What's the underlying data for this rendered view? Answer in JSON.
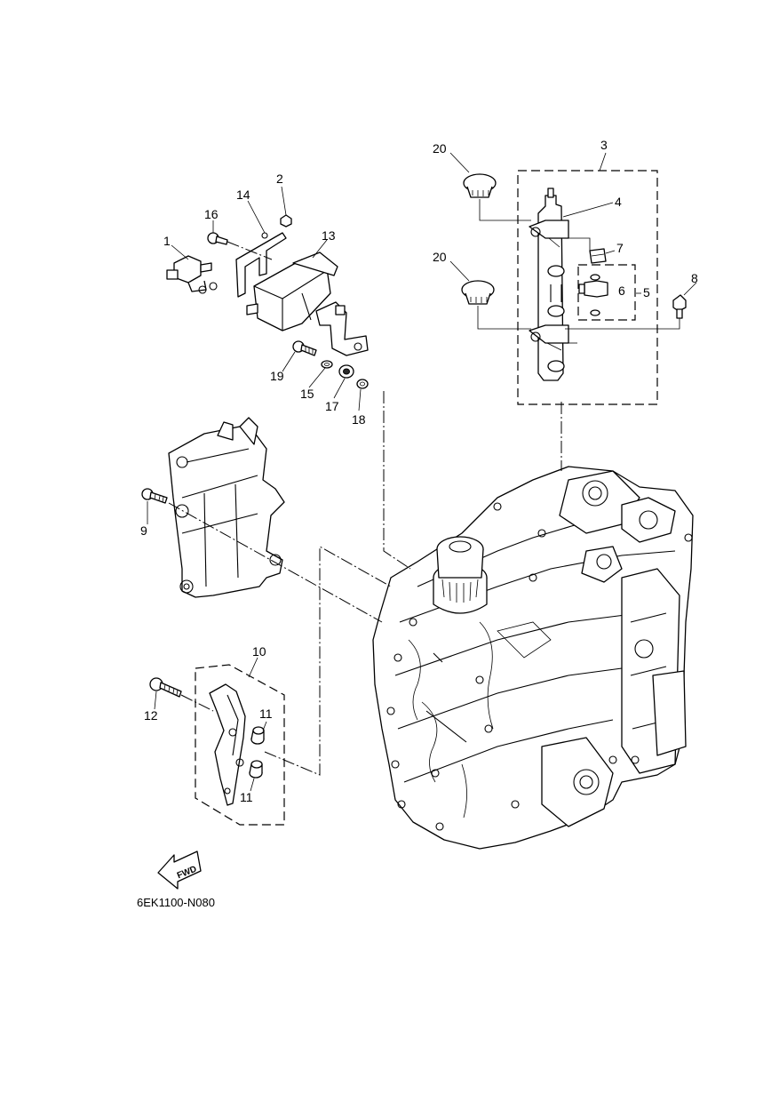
{
  "diagram": {
    "code": "6EK1100-N080",
    "fwd_text": "FWD",
    "callouts": [
      {
        "id": "c1",
        "text": "1"
      },
      {
        "id": "c2",
        "text": "2"
      },
      {
        "id": "c3",
        "text": "3"
      },
      {
        "id": "c4",
        "text": "4"
      },
      {
        "id": "c5",
        "text": "5"
      },
      {
        "id": "c6",
        "text": "6"
      },
      {
        "id": "c7",
        "text": "7"
      },
      {
        "id": "c8",
        "text": "8"
      },
      {
        "id": "c9",
        "text": "9"
      },
      {
        "id": "c10",
        "text": "10"
      },
      {
        "id": "c11a",
        "text": "11"
      },
      {
        "id": "c11b",
        "text": "11"
      },
      {
        "id": "c12",
        "text": "12"
      },
      {
        "id": "c13",
        "text": "13"
      },
      {
        "id": "c14",
        "text": "14"
      },
      {
        "id": "c15",
        "text": "15"
      },
      {
        "id": "c16",
        "text": "16"
      },
      {
        "id": "c17",
        "text": "17"
      },
      {
        "id": "c18",
        "text": "18"
      },
      {
        "id": "c19",
        "text": "19"
      },
      {
        "id": "c20a",
        "text": "20"
      },
      {
        "id": "c20b",
        "text": "20"
      }
    ]
  }
}
